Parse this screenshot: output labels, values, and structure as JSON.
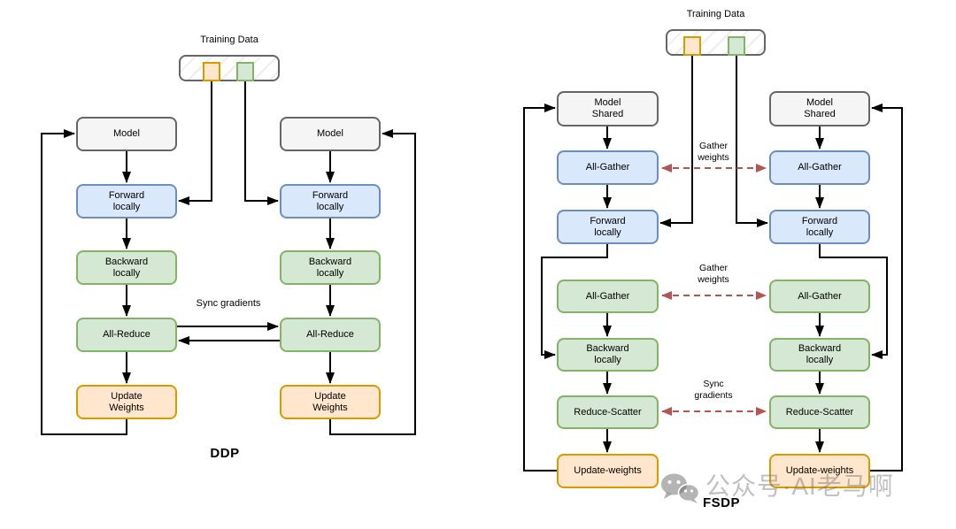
{
  "diagram_type": "DDP vs FSDP distributed training flow",
  "colors": {
    "line": "#000000",
    "dashed_arrow": "#b85450",
    "gray_fill": "#f5f5f5",
    "gray_stroke": "#666666",
    "blue_fill": "#dae8fc",
    "blue_stroke": "#6c8ebf",
    "green_fill": "#d5e8d4",
    "green_stroke": "#82b366",
    "orange_fill": "#ffe6cc",
    "orange_stroke": "#d79b00",
    "watermark_gray": "#b9b9b9"
  },
  "ddp": {
    "title": "DDP",
    "training_data_label": "Training Data",
    "sync_gradients_label": "Sync gradients",
    "node_labels": {
      "model": "Model",
      "forward": "Forward\nlocally",
      "backward": "Backward\nlocally",
      "all_reduce": "All-Reduce",
      "update_weights": "Update\nWeights"
    }
  },
  "fsdp": {
    "title": "FSDP",
    "training_data_label": "Training Data",
    "gather_weights_label": "Gather\nweights",
    "sync_gradients_label": "Sync\ngradients",
    "node_labels": {
      "model_shared": "Model\nShared",
      "all_gather": "All-Gather",
      "forward": "Forward\nlocally",
      "backward": "Backward\nlocally",
      "reduce_scatter": "Reduce-Scatter",
      "update_weights": "Update-weights"
    }
  },
  "watermark": {
    "text": "公众号·AI老马啊",
    "icon": "wechat-icon"
  }
}
